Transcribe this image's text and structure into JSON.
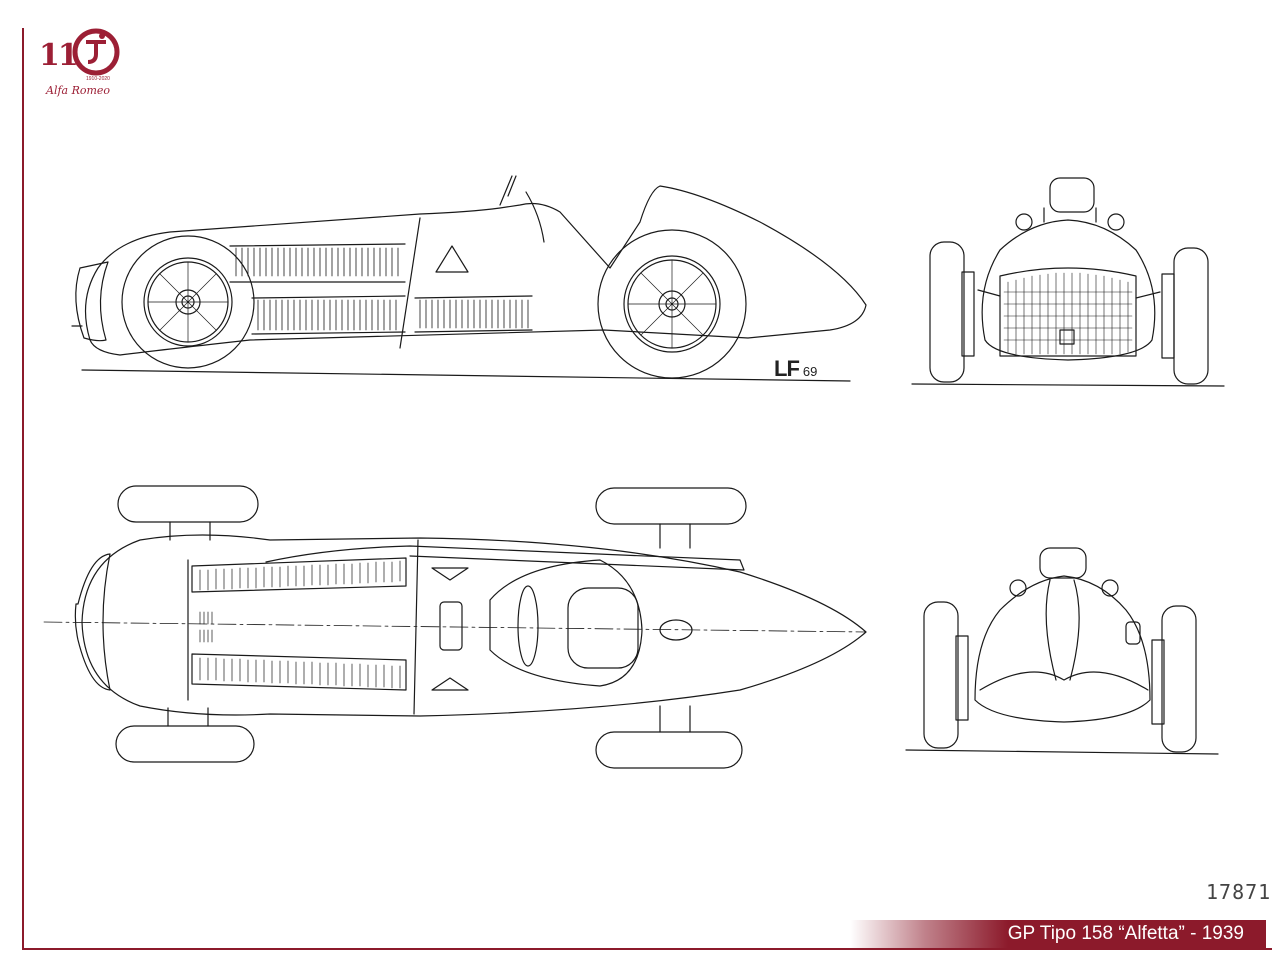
{
  "logo": {
    "number": "11",
    "years": "1910-2020",
    "brand": "Alfa Romeo",
    "icon": "alfa-romeo-110-anniversary-logo",
    "color": "#9c1f35"
  },
  "signature": {
    "initials": "LF",
    "year": "69"
  },
  "serial_number": "17871",
  "title": "GP Tipo 158 “Alfetta” - 1939",
  "colors": {
    "accent": "#8c1a2b",
    "line": "#1a1a1a",
    "background": "#ffffff"
  },
  "views": [
    "side",
    "front",
    "top",
    "rear"
  ]
}
